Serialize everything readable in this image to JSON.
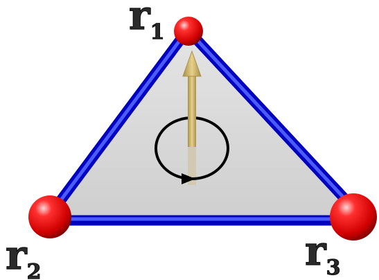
{
  "labels": {
    "vertex_1": {
      "letter": "r",
      "subscript": "1"
    },
    "vertex_2": {
      "letter": "r",
      "subscript": "2"
    },
    "vertex_3": {
      "letter": "r",
      "subscript": "3"
    }
  },
  "colors": {
    "edge": "#1a1aff",
    "vertex": "#e00000",
    "face": "#d9d9d9",
    "normal_arrow": "#c8b06a",
    "rotation_arrow": "#000000"
  }
}
